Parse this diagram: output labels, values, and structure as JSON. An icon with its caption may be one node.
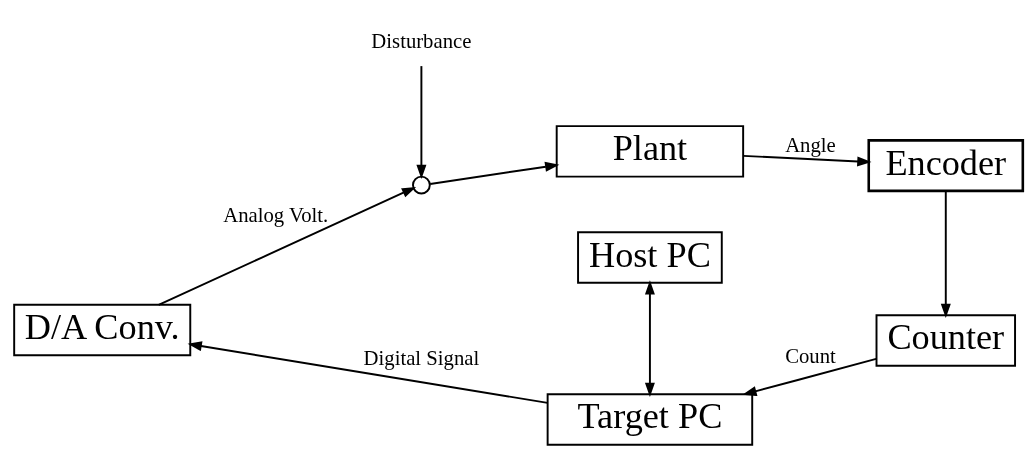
{
  "diagram": {
    "nodes": [
      {
        "text": [
          "D/A Conv."
        ]
      },
      {
        "text": [],
        "shape": "circle"
      },
      {
        "text": [
          "Plant"
        ]
      },
      {
        "text": [
          "Encoder"
        ]
      },
      {
        "text": [
          "Counter"
        ]
      },
      {
        "text": [
          "Target PC"
        ]
      },
      {
        "text": [
          "Host PC"
        ]
      },
      {
        "text": [
          "Disturbance"
        ]
      }
    ],
    "edges": [
      {
        "from": 0,
        "to": 1,
        "arrow": "to",
        "label": "Analog Volt."
      },
      {
        "from": 7,
        "to": 1,
        "arrow": "to"
      },
      {
        "from": 1,
        "to": 2,
        "arrow": "to"
      },
      {
        "from": 2,
        "to": 3,
        "arrow": "to",
        "label": "Angle"
      },
      {
        "from": 3,
        "to": 4,
        "arrow": "to"
      },
      {
        "from": 4,
        "to": 5,
        "arrow": "to",
        "label": "Count"
      },
      {
        "from": 5,
        "to": 0,
        "arrow": "to",
        "label": "Digital Signal"
      },
      {
        "from": 5,
        "to": 6,
        "arrow": "both"
      }
    ]
  }
}
